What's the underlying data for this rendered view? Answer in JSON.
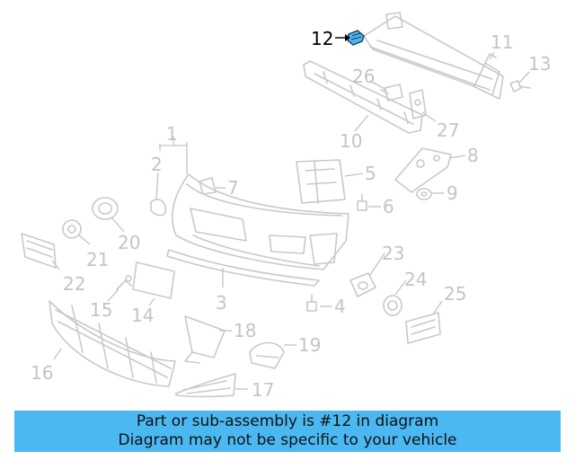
{
  "diagram": {
    "highlight_color": "#4cb8f2",
    "part_color": "#c9c9c9",
    "callouts": {
      "c1": "1",
      "c2": "2",
      "c3": "3",
      "c4": "4",
      "c5": "5",
      "c6": "6",
      "c7": "7",
      "c8": "8",
      "c9": "9",
      "c10": "10",
      "c11": "11",
      "c12": "12",
      "c13": "13",
      "c14": "14",
      "c15": "15",
      "c16": "16",
      "c17": "17",
      "c18": "18",
      "c19": "19",
      "c20": "20",
      "c21": "21",
      "c22": "22",
      "c23": "23",
      "c24": "24",
      "c25": "25",
      "c26": "26",
      "c27": "27"
    }
  },
  "banner": {
    "line1": "Part or sub-assembly is #12 in diagram",
    "line2": "Diagram may not be specific to your vehicle",
    "background": "#4cb8f2"
  }
}
